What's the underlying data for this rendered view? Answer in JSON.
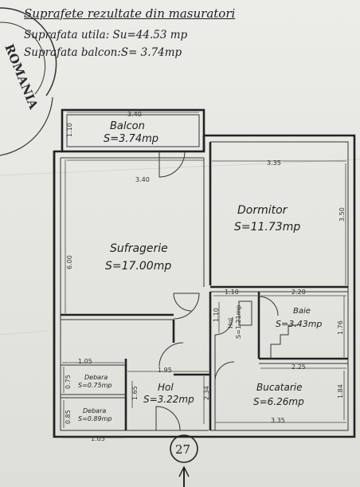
{
  "header": {
    "title": "Suprafete rezultate din masuratori",
    "line1": "Suprafata utila: Su=44.53 mp",
    "line2": "Suprafata balcon:S= 3.74mp"
  },
  "stamp": {
    "text": "ROMANIA"
  },
  "rooms": {
    "balcon": {
      "name": "Balcon",
      "area": "S=3.74mp"
    },
    "dormitor": {
      "name": "Dormitor",
      "area": "S=11.73mp"
    },
    "sufragerie": {
      "name": "Sufragerie",
      "area": "S=17.00mp"
    },
    "hol_small": {
      "name": "Hol",
      "area": "S=1.21mp"
    },
    "baie": {
      "name": "Baie",
      "area": "S=3.43mp"
    },
    "bucatarie": {
      "name": "Bucatarie",
      "area": "S=6.26mp"
    },
    "hol": {
      "name": "Hol",
      "area": "S=3.22mp"
    },
    "debara1": {
      "name": "Debara",
      "area": "S=0.75mp"
    },
    "debara2": {
      "name": "Debara",
      "area": "S=0.89mp"
    }
  },
  "dimensions": {
    "balcon_width": "3.40",
    "balcon_depth": "1.10",
    "sufragerie_width": "3.40",
    "sufragerie_depth": "6.00",
    "dormitor_width": "3.35",
    "dormitor_depth": "3.50",
    "hol_small_width": "1.10",
    "hol_small_depth": "1.10",
    "baie_width": "2.20",
    "baie_depth": "1.76",
    "bucatarie_width_top": "2.25",
    "bucatarie_width_bottom": "3.35",
    "bucatarie_depth": "1.84",
    "hol_width": "1.95",
    "hol_depth": "2.34",
    "hol_small2": "1.65",
    "debara_width_top": "1.05",
    "debara_width_bottom": "1.05",
    "debara1_depth": "0.75",
    "debara2_depth": "0.85"
  },
  "unit_number": "27"
}
